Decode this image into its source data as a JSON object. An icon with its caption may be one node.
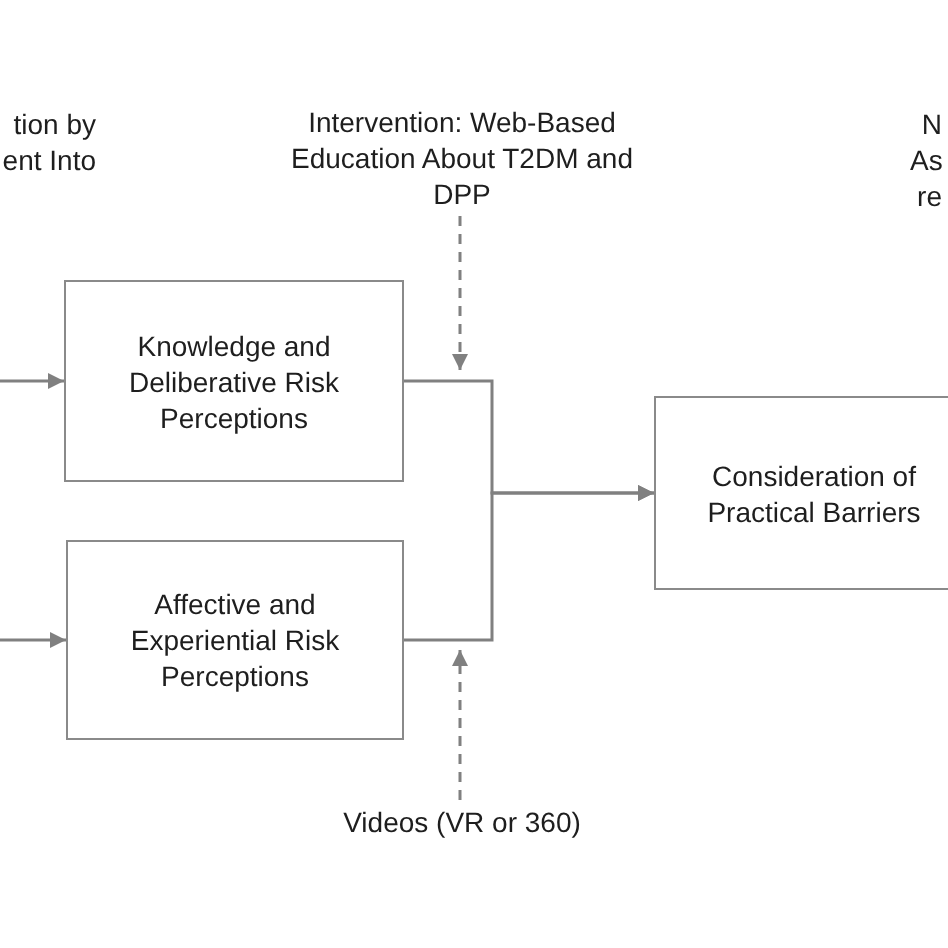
{
  "diagram": {
    "nodes": [
      {
        "text": [
          "Intervention: Web-Based Education About T2DM and DPP"
        ]
      },
      {
        "text": [
          "Knowledge and Deliberative Risk Perceptions"
        ]
      },
      {
        "text": [
          "Affective and Experiential Risk Perceptions"
        ]
      },
      {
        "text": [
          "Consideration of Practical Barriers"
        ]
      },
      {
        "text": [
          "Videos (VR or 360)"
        ]
      }
    ],
    "edges": [
      {
        "from": null,
        "to": 1,
        "arrow": "to"
      },
      {
        "from": null,
        "to": 2,
        "arrow": "to"
      },
      {
        "from": 1,
        "to": 3,
        "arrow": "to"
      },
      {
        "from": 2,
        "to": 3,
        "arrow": "to"
      },
      {
        "from": 0,
        "to": null,
        "arrow": "to",
        "style": "dashed"
      },
      {
        "from": 4,
        "to": null,
        "arrow": "to",
        "style": "dashed"
      }
    ],
    "labels": [
      "tion by ent Into",
      "N As re"
    ]
  }
}
